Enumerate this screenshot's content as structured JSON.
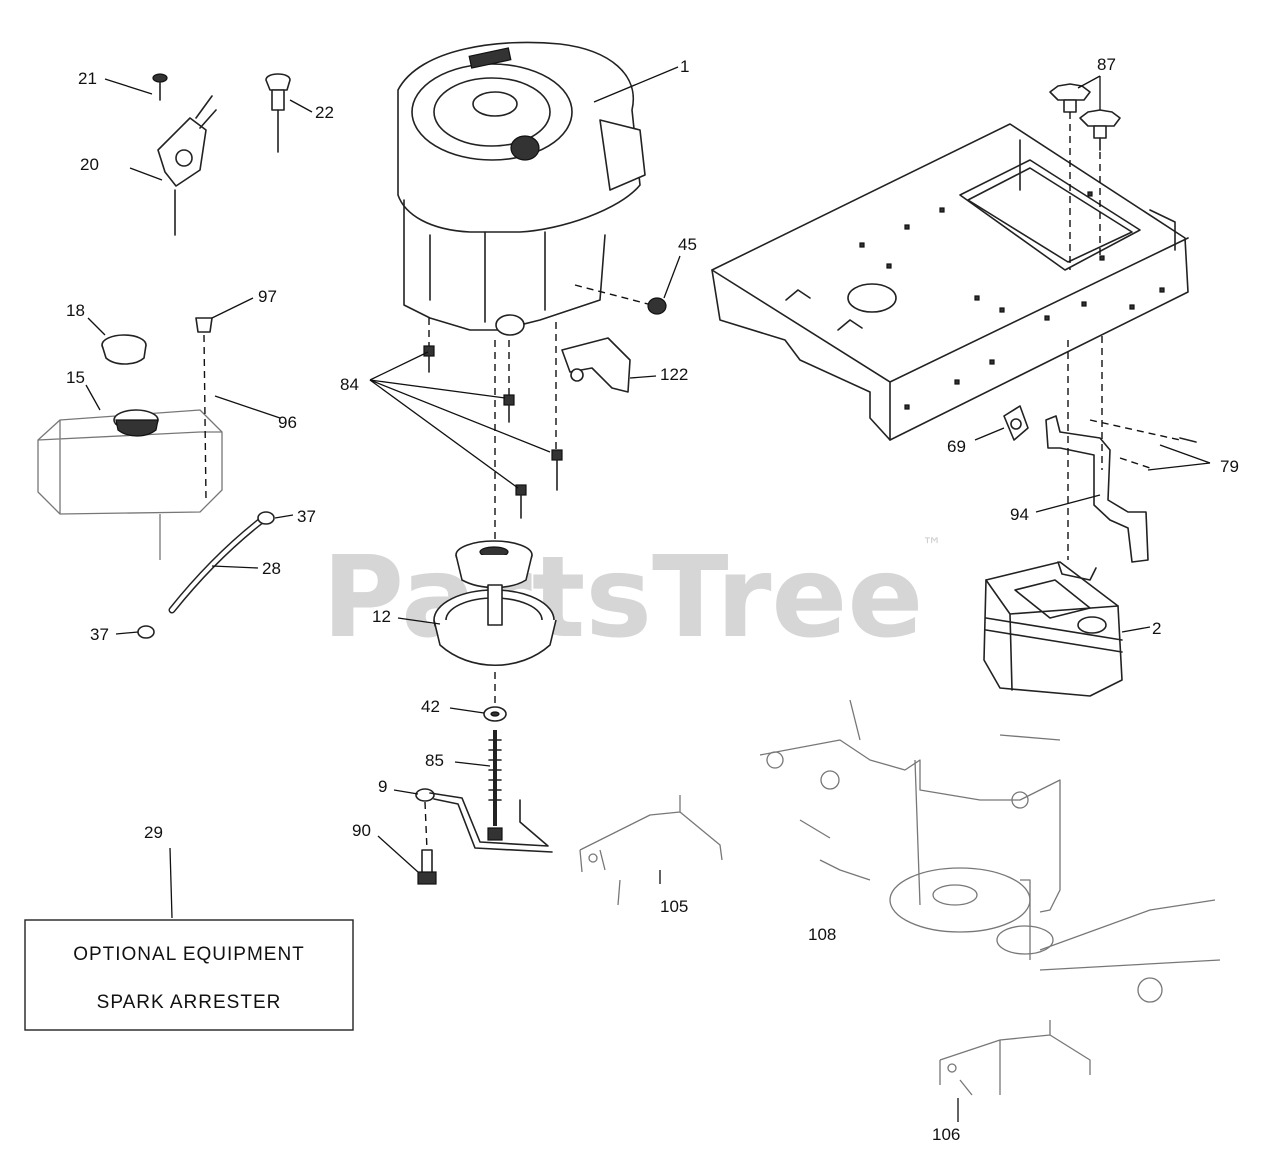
{
  "watermark": {
    "brand": "PartsTree",
    "trademark": "™"
  },
  "optional_box": {
    "line1": "OPTIONAL EQUIPMENT",
    "line2": "SPARK ARRESTER"
  },
  "callouts": {
    "c1": "1",
    "c2": "2",
    "c9": "9",
    "c12": "12",
    "c15": "15",
    "c18": "18",
    "c20": "20",
    "c21": "21",
    "c22": "22",
    "c28": "28",
    "c29": "29",
    "c37a": "37",
    "c37b": "37",
    "c42": "42",
    "c45": "45",
    "c69": "69",
    "c79": "79",
    "c84": "84",
    "c85": "85",
    "c87": "87",
    "c90": "90",
    "c94": "94",
    "c96": "96",
    "c97": "97",
    "c105": "105",
    "c106": "106",
    "c108": "108",
    "c122": "122"
  }
}
